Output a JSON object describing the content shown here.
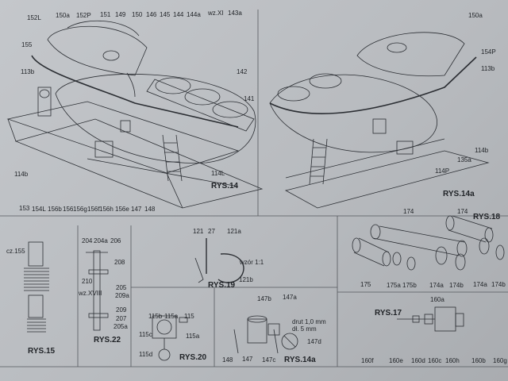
{
  "figures": [
    {
      "id": "rys14",
      "title": "RYS.14",
      "labels": [
        "152L",
        "150a",
        "152P",
        "151",
        "149",
        "150",
        "146",
        "145",
        "144",
        "144a",
        "wz.XI",
        "143a",
        "155",
        "113b",
        "142",
        "141",
        "114b",
        "114L",
        "153",
        "154L",
        "156b",
        "156",
        "156g",
        "156f",
        "156h",
        "156e",
        "147",
        "148"
      ]
    },
    {
      "id": "rys14a_top",
      "title": "RYS.14a",
      "labels": [
        "150a",
        "154P",
        "113b",
        "114b",
        "135a",
        "114P"
      ]
    },
    {
      "id": "rys18",
      "title": "RYS.18",
      "labels": [
        "174",
        "174",
        "175",
        "175a",
        "175b",
        "174a",
        "174b",
        "174a",
        "174b"
      ]
    },
    {
      "id": "rys15",
      "title": "RYS.15",
      "labels": [
        "cz.155"
      ]
    },
    {
      "id": "rys22",
      "title": "RYS.22",
      "labels": [
        "204",
        "204a",
        "206",
        "208",
        "210",
        "wz.XVIII",
        "205",
        "209a",
        "209",
        "207",
        "205a"
      ]
    },
    {
      "id": "rys19",
      "title": "RYS.19",
      "labels": [
        "121",
        "27",
        "121a",
        "wzór 1:1",
        "121b"
      ]
    },
    {
      "id": "rys17",
      "title": "RYS.17",
      "labels": [
        "160a",
        "160f",
        "160e",
        "160d",
        "160c",
        "160h",
        "160b",
        "160g"
      ]
    },
    {
      "id": "rys20",
      "title": "RYS.20",
      "labels": [
        "115b",
        "115a",
        "115",
        "115c",
        "115a",
        "115d"
      ]
    },
    {
      "id": "rys14a_bot",
      "title": "RYS.14a",
      "labels": [
        "147b",
        "147a",
        "drut 1,0 mm",
        "dł. 5 mm",
        "147d",
        "148",
        "147",
        "147c"
      ]
    }
  ]
}
